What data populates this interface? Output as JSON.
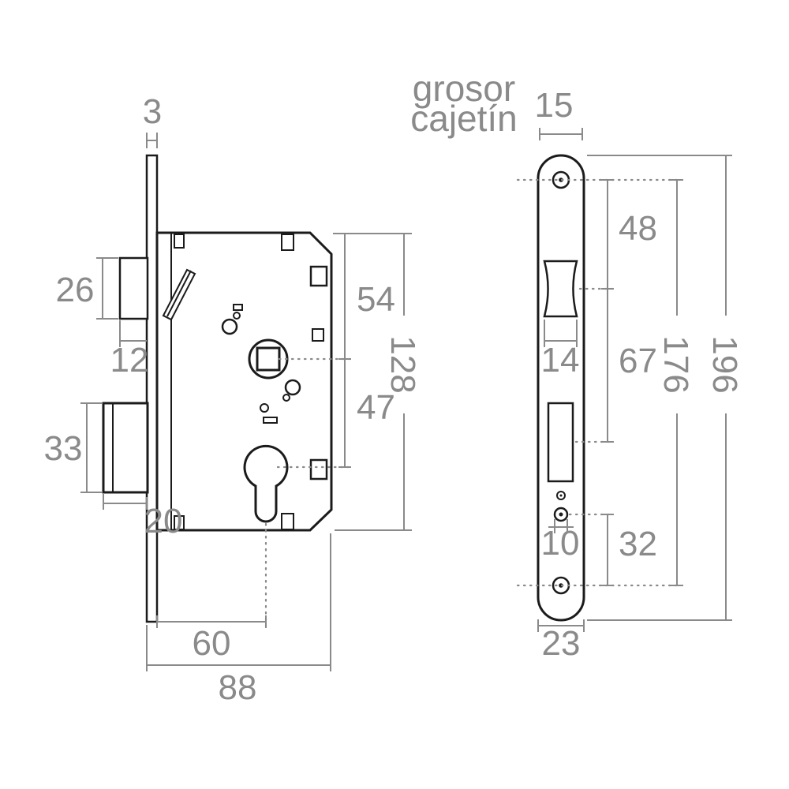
{
  "colors": {
    "outline": "#1b1b1b",
    "dim": "#8a8a8a",
    "bg": "#ffffff"
  },
  "front_view": {
    "caption_line1": "grosor",
    "caption_line2": "cajetín",
    "case_thickness": "15",
    "screw_to_latch": "48",
    "latch_opening_width": "14",
    "latch_to_deadbolt": "67",
    "small_hole_diameter": "10",
    "hole_to_screw": "32",
    "screw_spacing": "176",
    "plate_length": "196",
    "plate_width": "23"
  },
  "side_view": {
    "faceplate_thickness": "3",
    "latch_height": "26",
    "latch_projection": "12",
    "deadbolt_height": "33",
    "deadbolt_projection": "20",
    "top_to_spindle": "54",
    "spindle_to_cylinder": "47",
    "case_height": "128",
    "backset": "60",
    "case_depth": "88"
  }
}
